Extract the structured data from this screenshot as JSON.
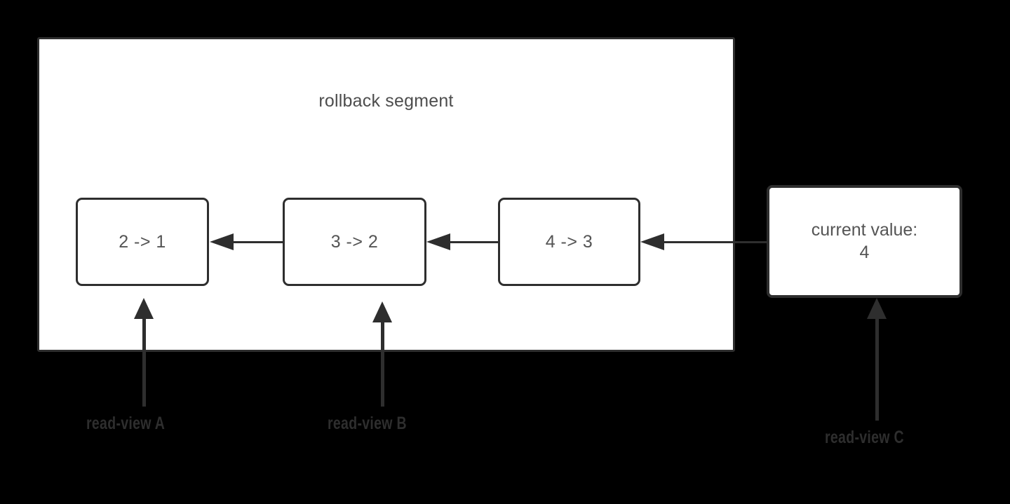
{
  "diagram": {
    "title": "rollback segment",
    "background_color": "#000000",
    "surface_color": "#ffffff",
    "stroke_color": "#2e2e2e",
    "text_color": "#555555",
    "label_color": "#2e2e2e"
  },
  "segment": {
    "label": "rollback segment",
    "nodes": [
      {
        "id": "node-2-1",
        "label": "2 -> 1"
      },
      {
        "id": "node-3-2",
        "label": "3 -> 2"
      },
      {
        "id": "node-4-3",
        "label": "4 -> 3"
      }
    ]
  },
  "current_value": {
    "caption": "current value:",
    "value": "4"
  },
  "read_views": [
    {
      "id": "read-view-a",
      "label": "read-view A",
      "points_to": "node-2-1"
    },
    {
      "id": "read-view-b",
      "label": "read-view B",
      "points_to": "node-3-2"
    },
    {
      "id": "read-view-c",
      "label": "read-view C",
      "points_to": "current-value"
    }
  ],
  "connectors": [
    {
      "id": "arrow-3-2-to-2-1",
      "from": "node-3-2",
      "to": "node-2-1",
      "direction": "left"
    },
    {
      "id": "arrow-4-3-to-3-2",
      "from": "node-4-3",
      "to": "node-3-2",
      "direction": "left"
    },
    {
      "id": "arrow-current-to-4-3",
      "from": "current-value",
      "to": "node-4-3",
      "direction": "left"
    }
  ]
}
